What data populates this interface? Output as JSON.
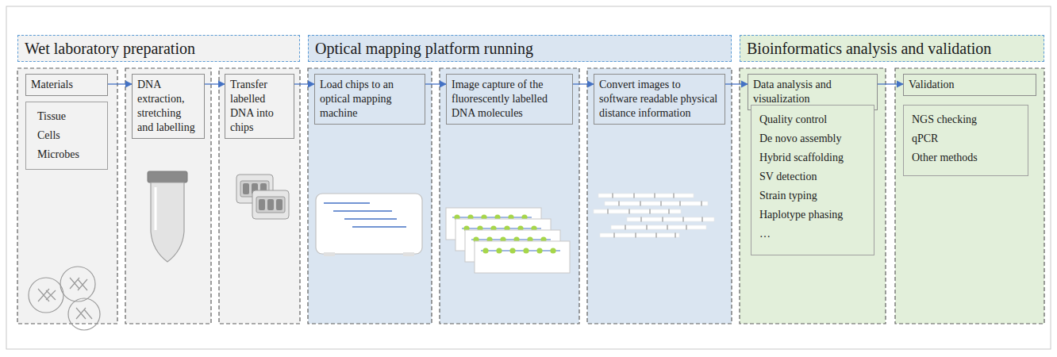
{
  "diagram": {
    "nodes": [
      {
        "text": [
          "Wet laboratory preparation"
        ]
      },
      {
        "text": [
          "Optical mapping platform running"
        ]
      },
      {
        "text": [
          "Bioinformatics analysis and validation"
        ]
      },
      {
        "text": [
          "Materials"
        ]
      },
      {
        "text": [
          "Tissue Cells Microbes"
        ]
      },
      {
        "text": [
          "DNA extraction, stretching and labelling"
        ]
      },
      {
        "text": [
          "Transfer labelled DNA into chips"
        ]
      },
      {
        "text": [
          "Load chips to an optical mapping machine"
        ]
      },
      {
        "text": [
          "Image capture of the fluorescently labelled DNA molecules"
        ]
      },
      {
        "text": [
          "Convert images to software readable physical distance information"
        ]
      },
      {
        "text": [
          "Data analysis and visualization"
        ]
      },
      {
        "text": [
          "Quality control",
          "De novo assembly",
          "Hybrid scaffolding",
          "SV detection",
          "Strain typing",
          "Haplotype phasing",
          "…"
        ]
      },
      {
        "text": [
          "Validation"
        ]
      },
      {
        "text": [
          "NGS checking",
          "qPCR",
          "Other methods"
        ]
      }
    ],
    "edges": [
      {
        "from": 3,
        "to": 5,
        "arrow": "to"
      },
      {
        "from": 5,
        "to": 6,
        "arrow": "to"
      },
      {
        "from": 6,
        "to": 7,
        "arrow": "to"
      },
      {
        "from": 7,
        "to": 8,
        "arrow": "to"
      },
      {
        "from": 8,
        "to": 9,
        "arrow": "to"
      },
      {
        "from": 9,
        "to": 10,
        "arrow": "to"
      },
      {
        "from": 10,
        "to": 12,
        "arrow": "to"
      }
    ]
  }
}
